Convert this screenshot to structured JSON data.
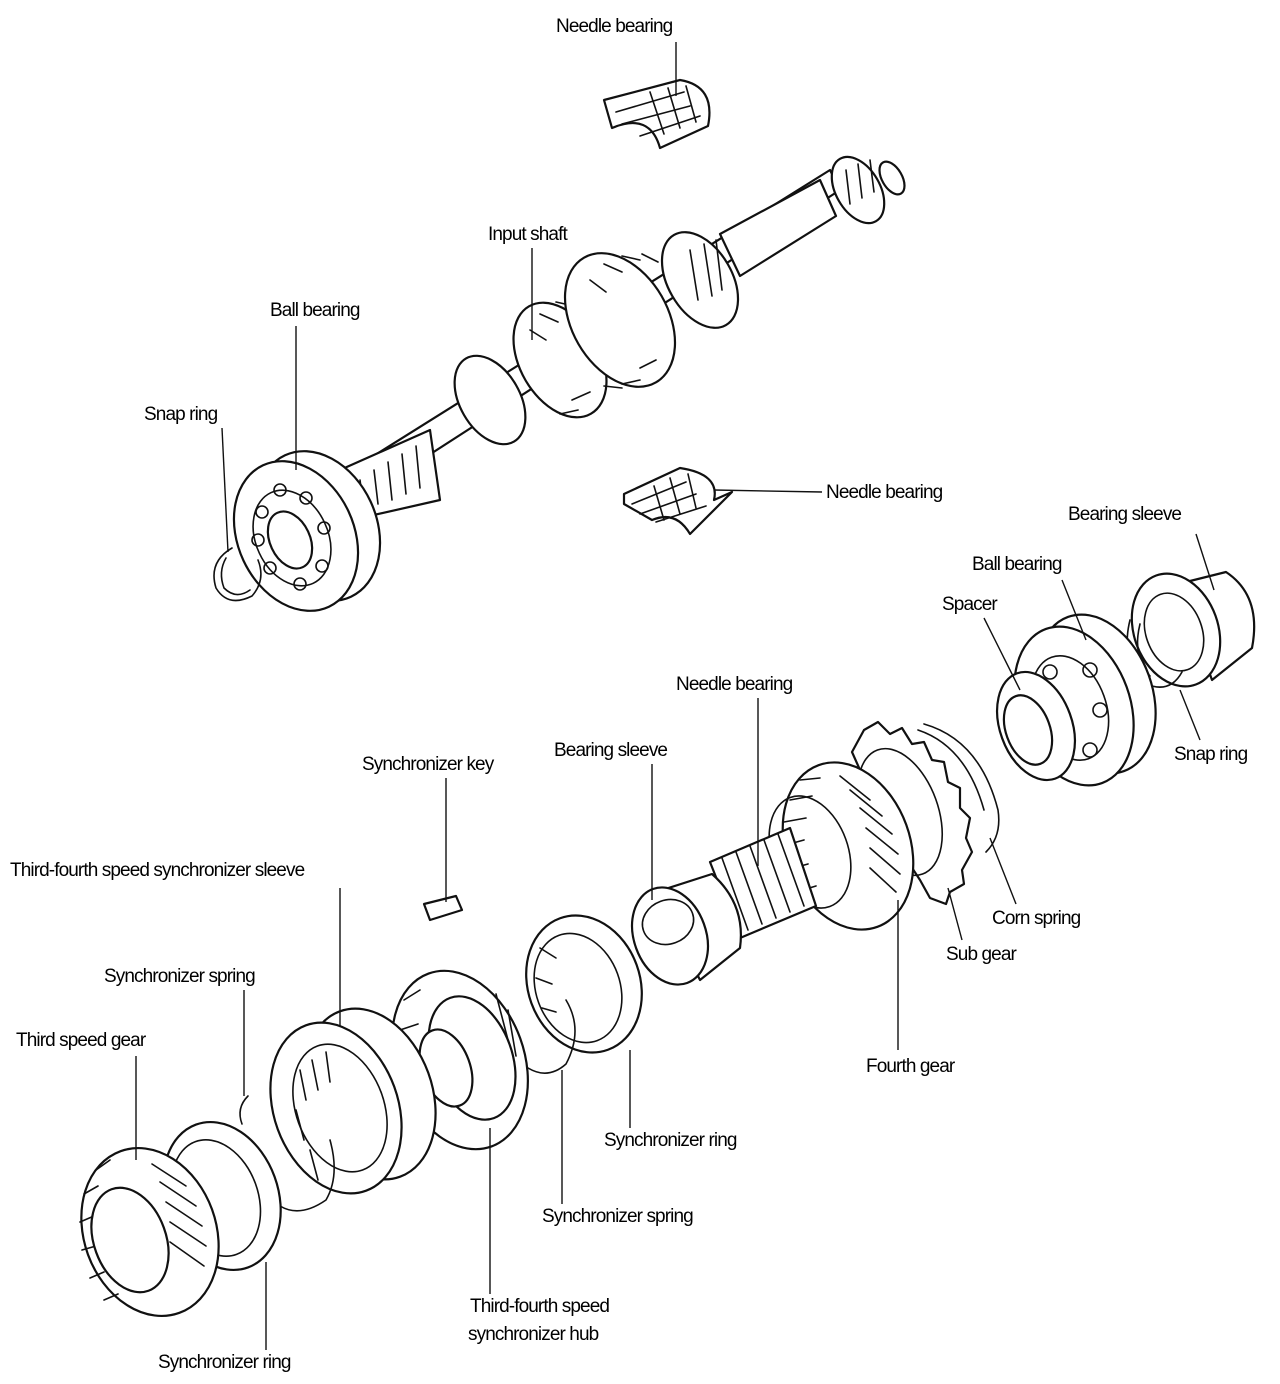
{
  "labels": {
    "needle_bearing_top": "Needle bearing",
    "input_shaft": "Input shaft",
    "ball_bearing_top": "Ball bearing",
    "snap_ring_top": "Snap ring",
    "needle_bearing_mid": "Needle bearing",
    "bearing_sleeve_right": "Bearing sleeve",
    "ball_bearing_right": "Ball bearing",
    "spacer": "Spacer",
    "snap_ring_right": "Snap ring",
    "needle_bearing_lower": "Needle bearing",
    "bearing_sleeve_lower": "Bearing sleeve",
    "synchronizer_key": "Synchronizer key",
    "third_fourth_sleeve": "Third-fourth speed synchronizer sleeve",
    "synchronizer_spring_left": "Synchronizer spring",
    "third_speed_gear": "Third speed gear",
    "cone_spring": "Corn spring",
    "sub_gear": "Sub gear",
    "fourth_gear": "Fourth gear",
    "synchronizer_ring_right": "Synchronizer ring",
    "synchronizer_spring_right": "Synchronizer spring",
    "third_fourth_hub_line1": "Third-fourth speed",
    "third_fourth_hub_line2": "synchronizer hub",
    "synchronizer_ring_left": "Synchronizer ring"
  }
}
